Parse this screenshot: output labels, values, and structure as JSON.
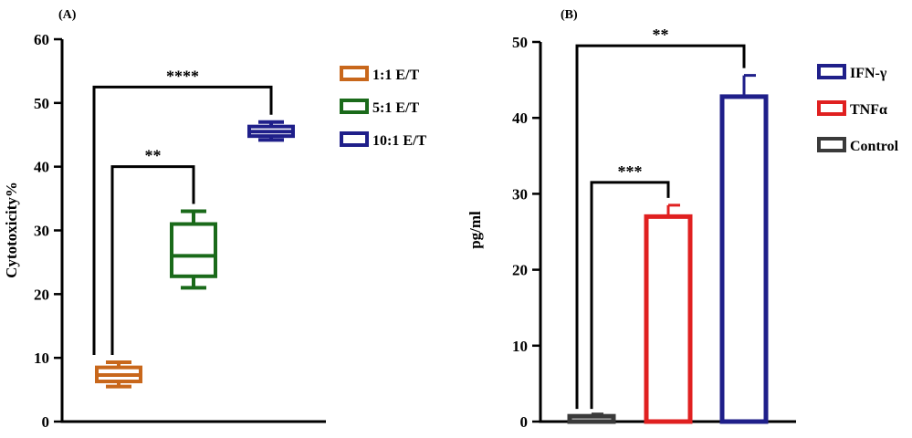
{
  "chart_data": [
    {
      "type": "box",
      "panel_label": "(A)",
      "title": "",
      "xlabel": "",
      "ylabel": "Cytotoxicity%",
      "ylim": [
        0,
        60
      ],
      "yticks": [
        "0",
        "10",
        "20",
        "30",
        "40",
        "50",
        "60"
      ],
      "legend_position": "right",
      "series": [
        {
          "name": "1:1 E/T",
          "color": "#c8671b",
          "min": 5.5,
          "q1": 6.3,
          "median": 7.3,
          "q3": 8.5,
          "max": 9.3
        },
        {
          "name": "5:1 E/T",
          "color": "#1a6a1a",
          "min": 21,
          "q1": 22.8,
          "median": 26,
          "q3": 31,
          "max": 33
        },
        {
          "name": "10:1 E/T",
          "color": "#1f1f8a",
          "min": 44.2,
          "q1": 44.8,
          "median": 45.5,
          "q3": 46.3,
          "max": 47
        }
      ],
      "significance": [
        {
          "from": 0,
          "to": 2,
          "label": "****",
          "y": 52.5
        },
        {
          "from": 0,
          "to": 1,
          "label": "**",
          "y": 40
        }
      ]
    },
    {
      "type": "bar",
      "panel_label": "(B)",
      "title": "",
      "xlabel": "",
      "ylabel": "pg/ml",
      "ylim": [
        0,
        50
      ],
      "yticks": [
        "0",
        "10",
        "20",
        "30",
        "40",
        "50"
      ],
      "legend_position": "right",
      "categories": [
        "Control",
        "TNFα",
        "IFN-γ"
      ],
      "values": [
        0.7,
        27,
        42.8
      ],
      "errors": [
        0.3,
        1.5,
        2.8
      ],
      "colors": [
        "#3a3a3a",
        "#e02020",
        "#1f1f8a"
      ],
      "legend_order": [
        "IFN-γ",
        "TNFα",
        "Control"
      ],
      "significance": [
        {
          "from": 0,
          "to": 1,
          "label": "***",
          "y": 31.5
        },
        {
          "from": 0,
          "to": 2,
          "label": "**",
          "y": 49.5
        }
      ]
    }
  ]
}
